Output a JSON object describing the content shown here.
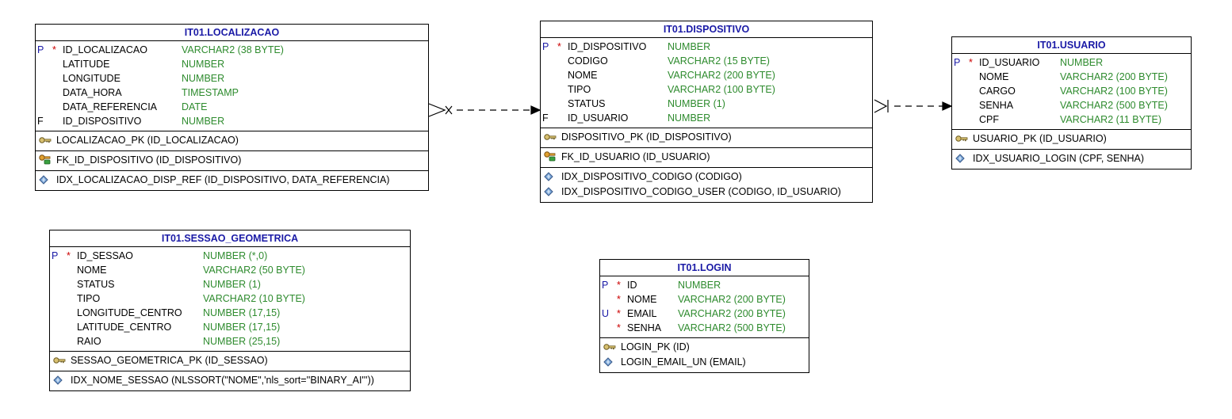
{
  "tables": {
    "localizacao": {
      "title": "IT01.LOCALIZACAO",
      "columns": [
        {
          "flag": "P",
          "req": "*",
          "name": "ID_LOCALIZACAO",
          "type": "VARCHAR2 (38 BYTE)"
        },
        {
          "flag": "",
          "req": "",
          "name": "LATITUDE",
          "type": "NUMBER"
        },
        {
          "flag": "",
          "req": "",
          "name": "LONGITUDE",
          "type": "NUMBER"
        },
        {
          "flag": "",
          "req": "",
          "name": "DATA_HORA",
          "type": "TIMESTAMP"
        },
        {
          "flag": "",
          "req": "",
          "name": "DATA_REFERENCIA",
          "type": "DATE"
        },
        {
          "flag": "F",
          "req": "",
          "name": "ID_DISPOSITIVO",
          "type": "NUMBER"
        }
      ],
      "pk": "LOCALIZACAO_PK (ID_LOCALIZACAO)",
      "fk": [
        "FK_ID_DISPOSITIVO (ID_DISPOSITIVO)"
      ],
      "indexes": [
        "IDX_LOCALIZACAO_DISP_REF (ID_DISPOSITIVO, DATA_REFERENCIA)"
      ]
    },
    "dispositivo": {
      "title": "IT01.DISPOSITIVO",
      "columns": [
        {
          "flag": "P",
          "req": "*",
          "name": "ID_DISPOSITIVO",
          "type": "NUMBER"
        },
        {
          "flag": "",
          "req": "",
          "name": "CODIGO",
          "type": "VARCHAR2 (15 BYTE)"
        },
        {
          "flag": "",
          "req": "",
          "name": "NOME",
          "type": "VARCHAR2 (200 BYTE)"
        },
        {
          "flag": "",
          "req": "",
          "name": "TIPO",
          "type": "VARCHAR2 (100 BYTE)"
        },
        {
          "flag": "",
          "req": "",
          "name": "STATUS",
          "type": "NUMBER (1)"
        },
        {
          "flag": "F",
          "req": "",
          "name": "ID_USUARIO",
          "type": "NUMBER"
        }
      ],
      "pk": "DISPOSITIVO_PK (ID_DISPOSITIVO)",
      "fk": [
        "FK_ID_USUARIO (ID_USUARIO)"
      ],
      "indexes": [
        "IDX_DISPOSITIVO_CODIGO (CODIGO)",
        "IDX_DISPOSITIVO_CODIGO_USER (CODIGO, ID_USUARIO)"
      ]
    },
    "usuario": {
      "title": "IT01.USUARIO",
      "columns": [
        {
          "flag": "P",
          "req": "*",
          "name": "ID_USUARIO",
          "type": "NUMBER"
        },
        {
          "flag": "",
          "req": "",
          "name": "NOME",
          "type": "VARCHAR2 (200 BYTE)"
        },
        {
          "flag": "",
          "req": "",
          "name": "CARGO",
          "type": "VARCHAR2 (100 BYTE)"
        },
        {
          "flag": "",
          "req": "",
          "name": "SENHA",
          "type": "VARCHAR2 (500 BYTE)"
        },
        {
          "flag": "",
          "req": "",
          "name": "CPF",
          "type": "VARCHAR2 (11 BYTE)"
        }
      ],
      "pk": "USUARIO_PK (ID_USUARIO)",
      "fk": [],
      "indexes": [
        "IDX_USUARIO_LOGIN (CPF, SENHA)"
      ]
    },
    "sessao": {
      "title": "IT01.SESSAO_GEOMETRICA",
      "columns": [
        {
          "flag": "P",
          "req": "*",
          "name": "ID_SESSAO",
          "type": "NUMBER (*,0)"
        },
        {
          "flag": "",
          "req": "",
          "name": "NOME",
          "type": "VARCHAR2 (50 BYTE)"
        },
        {
          "flag": "",
          "req": "",
          "name": "STATUS",
          "type": "NUMBER (1)"
        },
        {
          "flag": "",
          "req": "",
          "name": "TIPO",
          "type": "VARCHAR2 (10 BYTE)"
        },
        {
          "flag": "",
          "req": "",
          "name": "LONGITUDE_CENTRO",
          "type": "NUMBER (17,15)"
        },
        {
          "flag": "",
          "req": "",
          "name": "LATITUDE_CENTRO",
          "type": "NUMBER (17,15)"
        },
        {
          "flag": "",
          "req": "",
          "name": "RAIO",
          "type": "NUMBER (25,15)"
        }
      ],
      "pk": "SESSAO_GEOMETRICA_PK (ID_SESSAO)",
      "fk": [],
      "indexes": [
        "IDX_NOME_SESSAO (NLSSORT(\"NOME\",'nls_sort=''BINARY_AI'''))"
      ]
    },
    "login": {
      "title": "IT01.LOGIN",
      "columns": [
        {
          "flag": "P",
          "req": "*",
          "name": "ID",
          "type": "NUMBER"
        },
        {
          "flag": "",
          "req": "*",
          "name": "NOME",
          "type": "VARCHAR2 (200 BYTE)"
        },
        {
          "flag": "U",
          "req": "*",
          "name": "EMAIL",
          "type": "VARCHAR2 (200 BYTE)"
        },
        {
          "flag": "",
          "req": "*",
          "name": "SENHA",
          "type": "VARCHAR2 (500 BYTE)"
        }
      ],
      "pk": "LOGIN_PK (ID)",
      "fk": [],
      "indexes": [
        "LOGIN_EMAIL_UN (EMAIL)"
      ]
    }
  },
  "icons": {
    "pk": "key-icon",
    "fk": "foreign-key-icon",
    "index": "index-diamond-icon"
  },
  "colors": {
    "title": "#1a1aa6",
    "type": "#2e8b2e",
    "required": "#cc0000",
    "flag": "#1a1aa6"
  }
}
